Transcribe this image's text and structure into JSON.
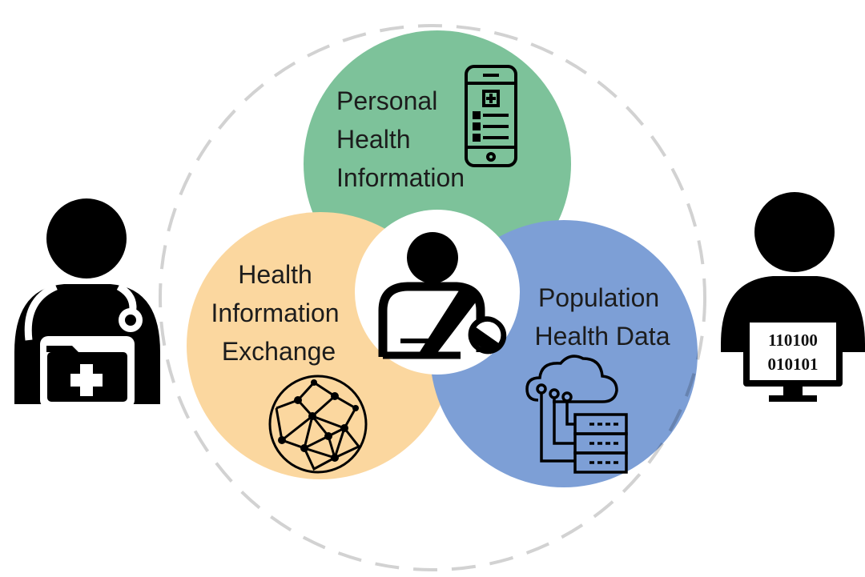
{
  "colors": {
    "personal": "#7dc29a",
    "exchange": "#fbd79f",
    "population": "#7d9fd6",
    "dashed_ring": "#d2d2d2",
    "icon": "#000000"
  },
  "circles": {
    "personal": {
      "lines": [
        "Personal",
        "Health",
        "Information"
      ],
      "icon": "mobile-phone-icon"
    },
    "exchange": {
      "lines": [
        "Health",
        "Information",
        "Exchange"
      ],
      "icon": "network-globe-icon"
    },
    "population": {
      "lines": [
        "Population",
        "Health Data"
      ],
      "icon": "cloud-server-icon"
    }
  },
  "center": {
    "icon": "patient-injury-icon"
  },
  "left_figure": {
    "icon": "doctor-folder-icon"
  },
  "right_figure": {
    "icon": "data-analyst-computer-icon",
    "screen_lines": [
      "110100",
      "010101"
    ]
  }
}
